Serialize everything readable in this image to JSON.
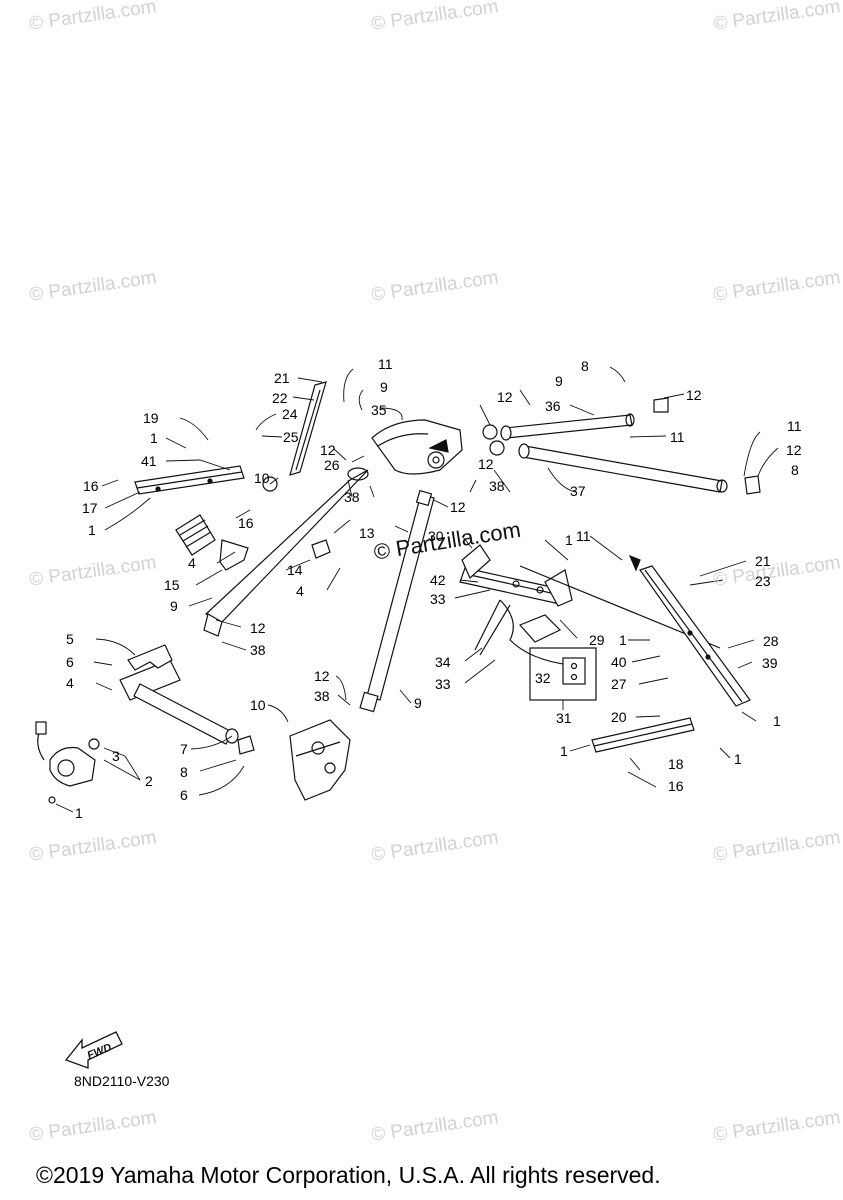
{
  "watermark_text": "© Partzilla.com",
  "diagram": {
    "callouts": [
      "11",
      "21",
      "22",
      "9",
      "35",
      "8",
      "12",
      "9",
      "36",
      "12",
      "19",
      "24",
      "25",
      "1",
      "41",
      "26",
      "12",
      "11",
      "11",
      "12",
      "16",
      "10",
      "38",
      "12",
      "38",
      "37",
      "8",
      "17",
      "1",
      "16",
      "13",
      "12",
      "30",
      "1",
      "11",
      "21",
      "4",
      "42",
      "33",
      "23",
      "14",
      "15",
      "4",
      "9",
      "12",
      "29",
      "1",
      "28",
      "38",
      "40",
      "39",
      "5",
      "34",
      "33",
      "6",
      "32",
      "27",
      "4",
      "12",
      "38",
      "9",
      "31",
      "10",
      "20",
      "1",
      "3",
      "7",
      "1",
      "1",
      "2",
      "8",
      "18",
      "6",
      "16",
      "1"
    ],
    "diagram_code": "8ND2110-V230",
    "fwd_label": "FWD"
  },
  "footer": {
    "copyright": "©2019 Yamaha Motor Corporation, U.S.A. All rights reserved."
  }
}
